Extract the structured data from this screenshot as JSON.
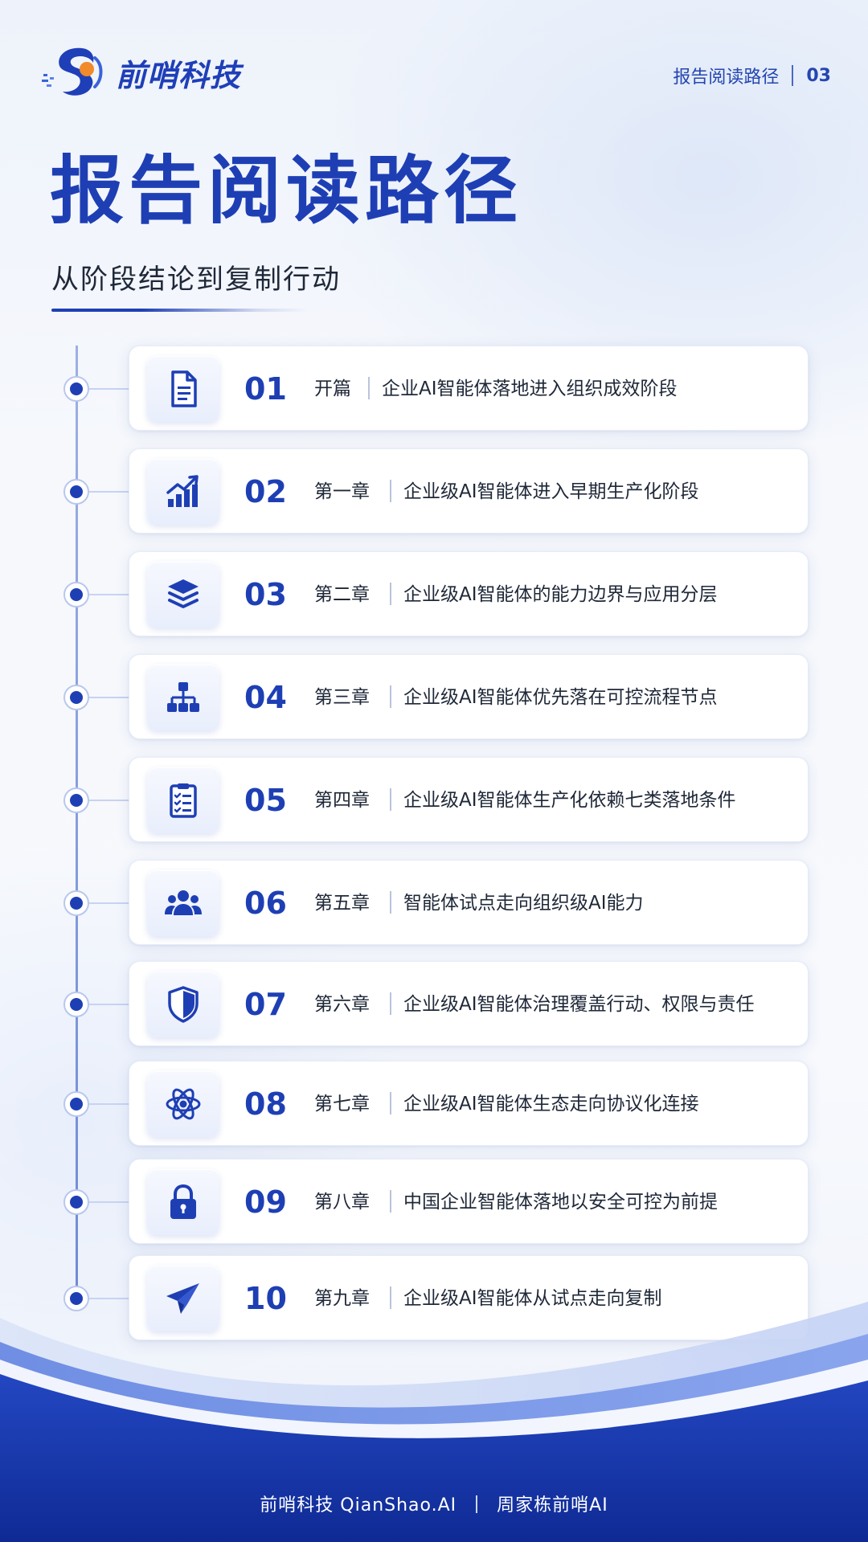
{
  "brand": {
    "name": "前哨科技"
  },
  "header": {
    "section_label": "报告阅读路径",
    "page_number": "03"
  },
  "title": "报告阅读路径",
  "subtitle": "从阶段结论到复制行动",
  "items": [
    {
      "num": "01",
      "chapter": "开篇",
      "text": "企业AI智能体落地进入组织成效阶段",
      "icon": "document-icon"
    },
    {
      "num": "02",
      "chapter": "第一章",
      "text": "企业级AI智能体进入早期生产化阶段",
      "icon": "growth-chart-icon"
    },
    {
      "num": "03",
      "chapter": "第二章",
      "text": "企业级AI智能体的能力边界与应用分层",
      "icon": "layers-icon"
    },
    {
      "num": "04",
      "chapter": "第三章",
      "text": "企业级AI智能体优先落在可控流程节点",
      "icon": "hierarchy-icon"
    },
    {
      "num": "05",
      "chapter": "第四章",
      "text": "企业级AI智能体生产化依赖七类落地条件",
      "icon": "checklist-icon"
    },
    {
      "num": "06",
      "chapter": "第五章",
      "text": "智能体试点走向组织级AI能力",
      "icon": "team-icon"
    },
    {
      "num": "07",
      "chapter": "第六章",
      "text": "企业级AI智能体治理覆盖行动、权限与责任",
      "icon": "shield-icon"
    },
    {
      "num": "08",
      "chapter": "第七章",
      "text": "企业级AI智能体生态走向协议化连接",
      "icon": "atom-icon"
    },
    {
      "num": "09",
      "chapter": "第八章",
      "text": "中国企业智能体落地以安全可控为前提",
      "icon": "lock-icon"
    },
    {
      "num": "10",
      "chapter": "第九章",
      "text": "企业级AI智能体从试点走向复制",
      "icon": "paper-plane-icon"
    }
  ],
  "footer": {
    "left": "前哨科技 QianShao.AI",
    "right": "周家栋前哨AI"
  },
  "colors": {
    "primary": "#1e3fb4",
    "accent": "#f08a2b",
    "text": "#1f2838"
  }
}
